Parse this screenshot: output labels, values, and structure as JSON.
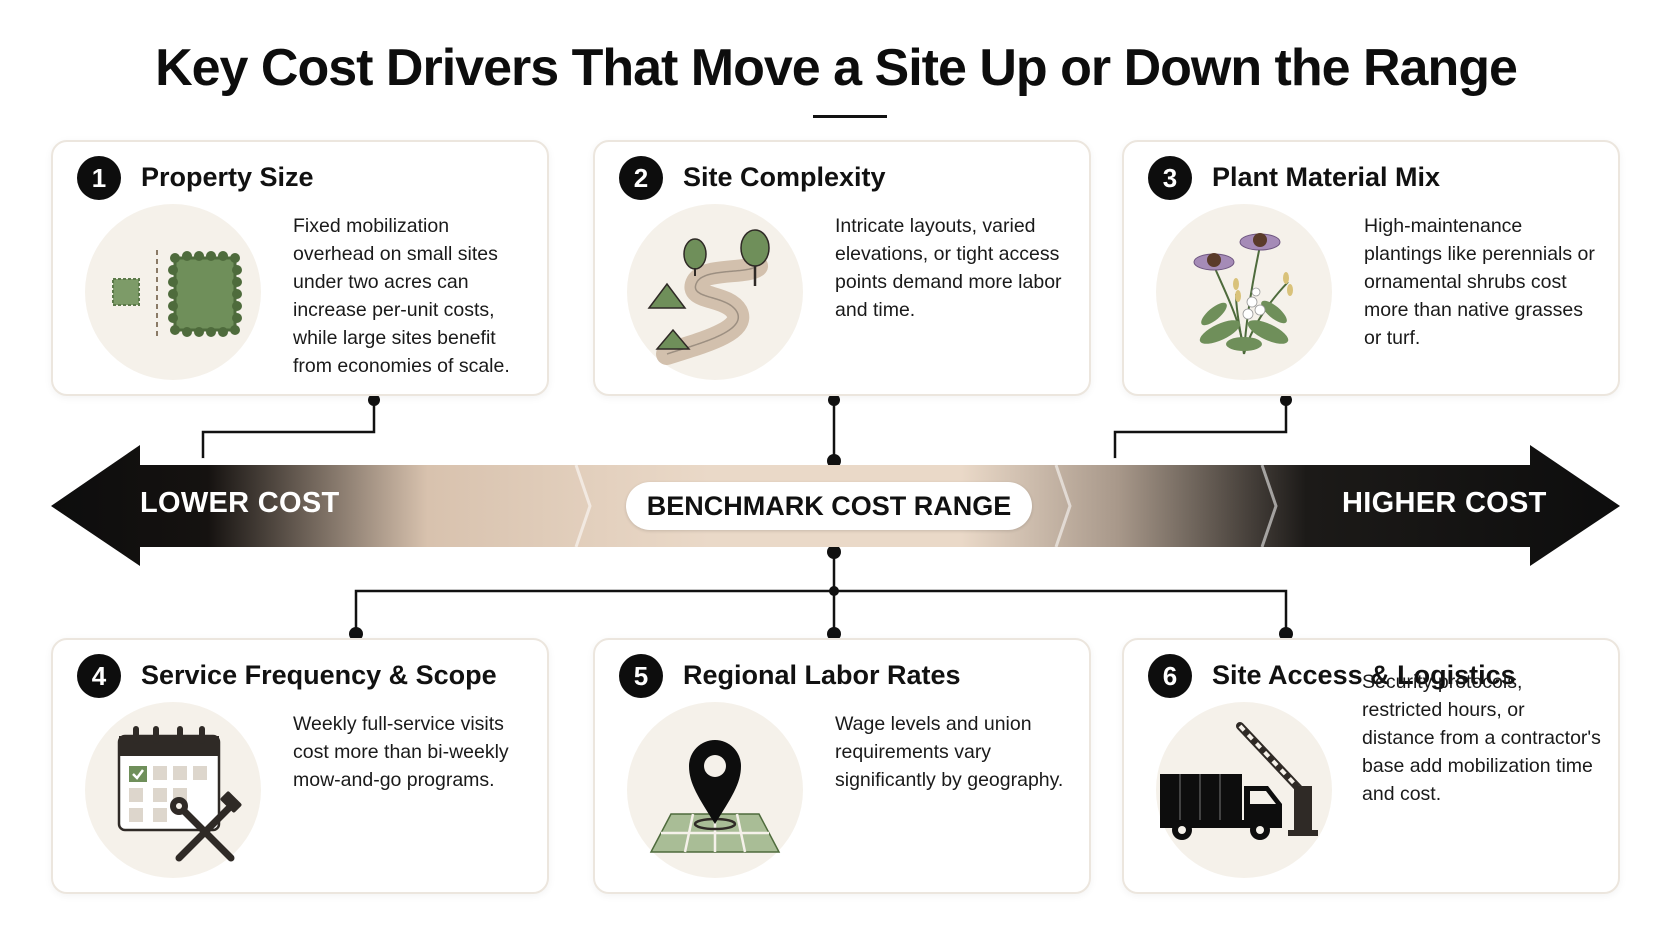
{
  "title": "Key Cost Drivers That Move a Site Up or Down the Range",
  "band": {
    "lower_label": "LOWER COST",
    "center_label": "BENCHMARK COST RANGE",
    "higher_label": "HIGHER COST"
  },
  "colors": {
    "dark": "#0d0d0d",
    "band_light": "#ead9c8",
    "sage_green": "#6f8f5a",
    "illustration_bg": "#f5f1ea",
    "card_border": "#ece6de"
  },
  "drivers": [
    {
      "number": "1",
      "title": "Property Size",
      "description": "Fixed mobilization overhead on small sites under two acres can increase per-unit costs, while large sites benefit from economies of scale.",
      "icon": "property-size-icon"
    },
    {
      "number": "2",
      "title": "Site Complexity",
      "description": "Intricate layouts, varied elevations, or tight access points demand more labor and time.",
      "icon": "winding-path-icon"
    },
    {
      "number": "3",
      "title": "Plant Material Mix",
      "description": "High-maintenance plantings like perennials or ornamental shrubs cost more than native grasses or turf.",
      "icon": "flowers-icon"
    },
    {
      "number": "4",
      "title": "Service Frequency & Scope",
      "description": "Weekly full-service visits cost more than bi-weekly mow-and-go programs.",
      "icon": "calendar-tools-icon"
    },
    {
      "number": "5",
      "title": "Regional Labor Rates",
      "description": "Wage levels and union requirements vary significantly by geography.",
      "icon": "map-pin-icon"
    },
    {
      "number": "6",
      "title": "Site Access & Logistics",
      "description": "Security protocols, restricted hours, or distance from a contractor's base add mobilization time and cost.",
      "icon": "truck-gate-icon"
    }
  ]
}
